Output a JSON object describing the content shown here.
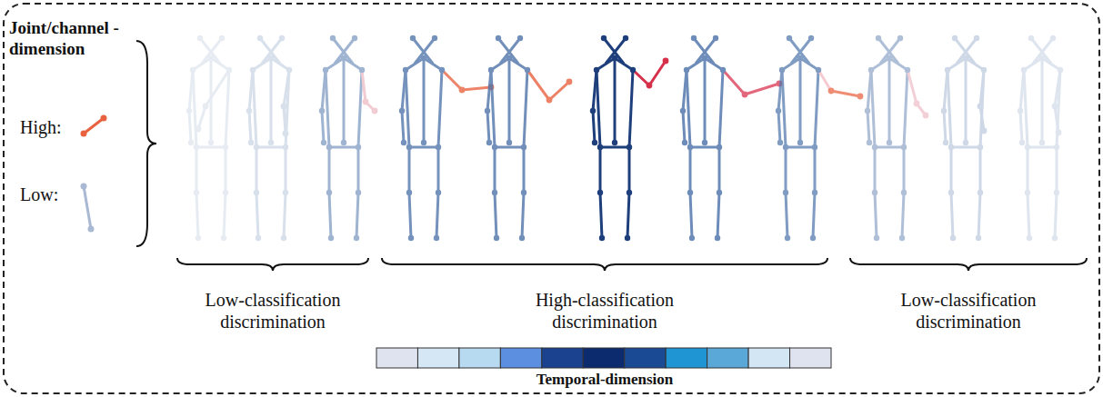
{
  "diagram": {
    "labels": [
      "Joint/channel -dimension",
      "Low-classification discrimination",
      "High-classification discrimination",
      "Low-classification discrimination",
      "Temporal-dimension"
    ],
    "legend": [
      {
        "text": "High:"
      },
      {
        "text": "Low:"
      }
    ]
  }
}
